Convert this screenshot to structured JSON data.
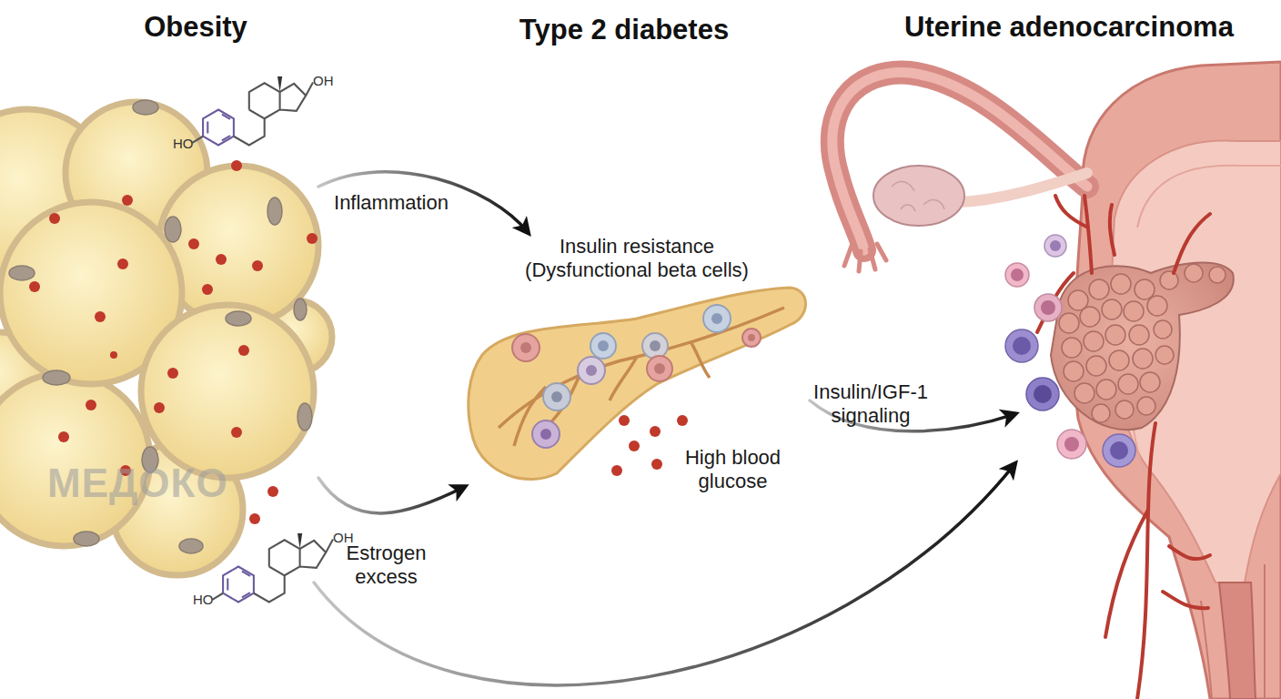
{
  "diagram": {
    "nodes": [
      {
        "text": [
          "Obesity"
        ]
      },
      {
        "text": [
          "Type 2 diabetes",
          "Insulin resistance (Dysfunctional beta cells)",
          "High blood glucose"
        ]
      },
      {
        "text": [
          "Uterine adenocarcinoma"
        ]
      }
    ],
    "edges": [
      {
        "from": 0,
        "to": 1,
        "label": "Inflammation",
        "arrow": "to"
      },
      {
        "from": 0,
        "to": 1,
        "label": "Estrogen excess",
        "arrow": "to"
      },
      {
        "from": 1,
        "to": 2,
        "label": "Insulin/IGF-1 signaling",
        "arrow": "to"
      },
      {
        "from": 0,
        "to": 2,
        "arrow": "to"
      }
    ],
    "labels": [
      "HO",
      "OH",
      "OH",
      "HO",
      "МЕДОКО"
    ]
  }
}
